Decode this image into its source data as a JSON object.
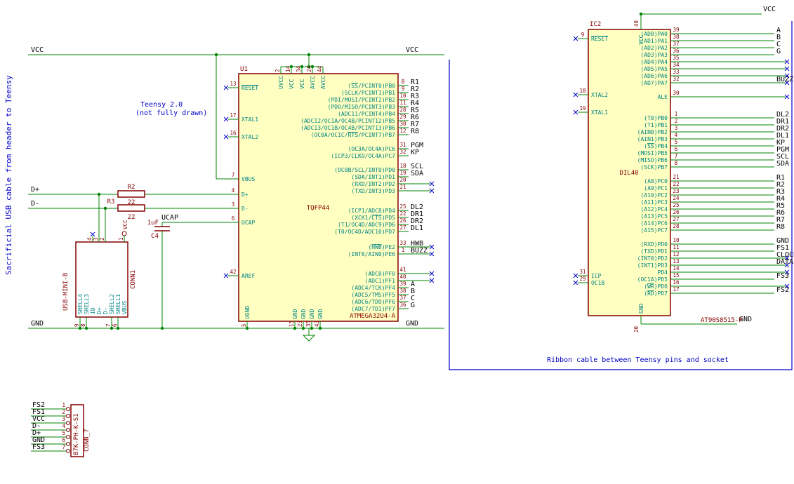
{
  "nets": {
    "vcc": "VCC",
    "gnd": "GND",
    "dplus": "D+",
    "dminus": "D-",
    "ucap": "UCAP"
  },
  "notes": {
    "cable": "Sacrificial USB cable from header to Teensy",
    "teensy_1": "Teensy 2.0",
    "teensy_2": "(not fully drawn)",
    "ribbon": "Ribbon cable between Teensy pins and socket"
  },
  "u1": {
    "ref": "U1",
    "value": "ATMEGA32U4-A",
    "package": "TQFP44",
    "left_pins": [
      {
        "name": "RESET",
        "num": "13",
        "nc": true,
        "ov": "RESET"
      },
      {
        "name": "XTAL1",
        "num": "17",
        "nc": true
      },
      {
        "name": "XTAL2",
        "num": "16",
        "nc": true
      },
      {
        "name": "VBUS",
        "num": "7"
      },
      {
        "name": "D+",
        "num": "4"
      },
      {
        "name": "D-",
        "num": "3"
      },
      {
        "name": "UCAP",
        "num": "6"
      },
      {
        "name": "AREF",
        "num": "42",
        "nc": true
      }
    ],
    "top_pins": [
      {
        "name": "UVCC",
        "num": "2"
      },
      {
        "name": "VCC",
        "num": "14"
      },
      {
        "name": "VCC",
        "num": "34"
      },
      {
        "name": "AVCC",
        "num": "24"
      },
      {
        "name": "AVCC",
        "num": "44"
      }
    ],
    "bottom_pins": [
      {
        "name": "UGND",
        "num": "5"
      },
      {
        "name": "GND",
        "num": "15"
      },
      {
        "name": "GND",
        "num": "23"
      },
      {
        "name": "GND",
        "num": "35"
      },
      {
        "name": "GND",
        "num": "43"
      }
    ],
    "right_groups": [
      [
        {
          "name": "(SS/PCINT0)PB0",
          "num": "8",
          "net": "R1",
          "ov": "SS"
        },
        {
          "name": "(SCLK/PCINT1)PB1",
          "num": "9",
          "net": "R2"
        },
        {
          "name": "(PDI/MOSI/PCINT2)PB2",
          "num": "10",
          "net": "R3"
        },
        {
          "name": "(PDO/MISO/PCINT3)PB3",
          "num": "11",
          "net": "R4"
        },
        {
          "name": "(ADC11/PCINT4)PB4",
          "num": "28",
          "net": "R5"
        },
        {
          "name": "(ADC12/OC1A/OC4B/PCINT12)PB5",
          "num": "29",
          "net": "R6"
        },
        {
          "name": "(ADC13/OC1B/OC4B/PCINT13)PB6",
          "num": "30",
          "net": "R7"
        },
        {
          "name": "(OC0A/OC1C/RTS/PCINT7)PB7",
          "num": "12",
          "net": "R8",
          "ov": "RTS"
        }
      ],
      [
        {
          "name": "(OC3A/OC4A)PC6",
          "num": "31",
          "net": "PGM"
        },
        {
          "name": "(ICP3/CLKO/OC4A)PC7",
          "num": "32",
          "net": "KP"
        }
      ],
      [
        {
          "name": "(OC0B/SCL/INT0)PD0",
          "num": "18",
          "net": "SCL"
        },
        {
          "name": "(SDA/INT1)PD1",
          "num": "19",
          "net": "SDA"
        },
        {
          "name": "(RXD/INT2)PD2",
          "num": "20",
          "nc": true
        },
        {
          "name": "(TXD/INT3)PD3",
          "num": "21",
          "nc": true
        }
      ],
      [
        {
          "name": "(ICP1/ADC8)PD4",
          "num": "25",
          "net": "DL2"
        },
        {
          "name": "(XCK1/CTS)PD5",
          "num": "22",
          "net": "DR1",
          "ov": "CTS"
        },
        {
          "name": "(T1/OC4D/ADC9)PD6",
          "num": "26",
          "net": "DR2"
        },
        {
          "name": "(T0/OC4D/ADC10)PD7",
          "num": "27",
          "net": "DL1"
        }
      ],
      [
        {
          "name": "(HWB)PE2",
          "num": "33",
          "net": "HWB",
          "nc": true,
          "ov": "HWB"
        },
        {
          "name": "(INT6/AIN0)PE6",
          "num": "1",
          "net": "BUZZ",
          "nc": true
        }
      ],
      [
        {
          "name": "(ADC0)PF0",
          "num": "41",
          "nc": true
        },
        {
          "name": "(ADC1)PF1",
          "num": "40",
          "nc": true
        },
        {
          "name": "(ADC4/TCK)PF4",
          "num": "39",
          "net": "A"
        },
        {
          "name": "(ADC5/TMS)PF5",
          "num": "38",
          "net": "B"
        },
        {
          "name": "(ADC6/TDO)PF6",
          "num": "37",
          "net": "C"
        },
        {
          "name": "(ADC7/TDI)PF7",
          "num": "36",
          "net": "G"
        }
      ]
    ]
  },
  "ic2": {
    "ref": "IC2",
    "value": "AT90S8515-P",
    "package": "DIL40",
    "left_pins": [
      {
        "name": "RESET",
        "num": "9",
        "nc": true,
        "ov": "RESET"
      },
      {
        "name": "XTAL2",
        "num": "18",
        "nc": true
      },
      {
        "name": "XTAL1",
        "num": "19",
        "nc": true
      },
      {
        "name": "ICP",
        "num": "31",
        "nc": true
      },
      {
        "name": "OC1B",
        "num": "29",
        "nc": true
      }
    ],
    "top_pins": [
      {
        "name": "VCC",
        "num": "40"
      }
    ],
    "bottom_pins": [
      {
        "name": "GND",
        "num": "20"
      }
    ],
    "right_groups": [
      [
        {
          "name": "(AD0)PA0",
          "num": "39",
          "net": "A"
        },
        {
          "name": "(AD1)PA1",
          "num": "38",
          "net": "B"
        },
        {
          "name": "(AD2)PA2",
          "num": "37",
          "net": "C"
        },
        {
          "name": "(AD3)PA3",
          "num": "36",
          "net": "G"
        },
        {
          "name": "(AD4)PA4",
          "num": "35",
          "nc": true
        },
        {
          "name": "(AD5)PA5",
          "num": "34",
          "nc": true
        },
        {
          "name": "(AD6)PA6",
          "num": "33",
          "nc": true
        },
        {
          "name": "(AD7)PA7",
          "num": "32",
          "net": "BUZZ",
          "nc": true
        }
      ],
      [
        {
          "name": "ALE",
          "num": "30",
          "nc": true
        }
      ],
      [
        {
          "name": "(T0)PB0",
          "num": "1",
          "net": "DL2"
        },
        {
          "name": "(T1)PB1",
          "num": "2",
          "net": "DR1"
        },
        {
          "name": "(AIN0)PB2",
          "num": "3",
          "net": "DR2"
        },
        {
          "name": "(AIN1)PB3",
          "num": "4",
          "net": "DL1"
        },
        {
          "name": "(SS)PB4",
          "num": "5",
          "net": "KP",
          "ov": "SS"
        },
        {
          "name": "(MOSI)PB5",
          "num": "6",
          "net": "PGM"
        },
        {
          "name": "(MISO)PB6",
          "num": "7",
          "net": "SCL"
        },
        {
          "name": "(SCK)PB7",
          "num": "8",
          "net": "SDA"
        }
      ],
      [
        {
          "name": "(A8)PC0",
          "num": "21",
          "net": "R1"
        },
        {
          "name": "(A9)PC1",
          "num": "22",
          "net": "R2"
        },
        {
          "name": "(A10)PC2",
          "num": "23",
          "net": "R3"
        },
        {
          "name": "(A11)PC3",
          "num": "24",
          "net": "R4"
        },
        {
          "name": "(A12)PC4",
          "num": "25",
          "net": "R5"
        },
        {
          "name": "(A13)PC5",
          "num": "26",
          "net": "R6"
        },
        {
          "name": "(A14)PC6",
          "num": "27",
          "net": "R7"
        },
        {
          "name": "(A15)PC7",
          "num": "28",
          "net": "R8"
        }
      ],
      [
        {
          "name": "(RXD)PD0",
          "num": "10",
          "net": "GND"
        },
        {
          "name": "(TXD)PD1",
          "num": "11",
          "net": "FS1"
        },
        {
          "name": "(INT0)PD2",
          "num": "12",
          "net": "CLOCK",
          "nc": true
        },
        {
          "name": "(INT1)PD3",
          "num": "13",
          "net": "DATA",
          "nc": true
        },
        {
          "name": "PD4",
          "num": "14",
          "nc": true
        },
        {
          "name": "(OC1A)PD5",
          "num": "15",
          "net": "FS3"
        },
        {
          "name": "(WR)PD6",
          "num": "16",
          "nc": true,
          "ov": "WR"
        },
        {
          "name": "(RD)PD7",
          "num": "17",
          "net": "FS2",
          "ov": "RD"
        }
      ]
    ]
  },
  "usb": {
    "ref": "CONN1",
    "value": "USB-MINI-B",
    "vcc_flag": "VCC",
    "pins": [
      {
        "name": "SHELL4",
        "num": "9",
        "side": "bottom"
      },
      {
        "name": "SHELL3",
        "num": "8",
        "side": "bottom"
      },
      {
        "name": "ID",
        "num": "4",
        "side": "top",
        "nc": true
      },
      {
        "name": "D+",
        "num": "3",
        "side": "top"
      },
      {
        "name": "D-",
        "num": "2",
        "side": "top"
      },
      {
        "name": "SHELL2",
        "num": "7",
        "side": "bottom"
      },
      {
        "name": "SHELL1",
        "num": "6",
        "side": "bottom"
      },
      {
        "name": "VBUS",
        "num": "1",
        "side": "top",
        "vcc": true
      }
    ]
  },
  "conn7": {
    "ref": "CONN_7",
    "value": "B7K-PH-K-S1",
    "pins": [
      {
        "net": "FS2",
        "num": "1"
      },
      {
        "net": "FS1",
        "num": "2"
      },
      {
        "net": "VCC",
        "num": "3"
      },
      {
        "net": "D-",
        "num": "4"
      },
      {
        "net": "D+",
        "num": "5"
      },
      {
        "net": "GND",
        "num": "6"
      },
      {
        "net": "FS3",
        "num": "7"
      }
    ]
  },
  "r2": {
    "ref": "R2",
    "value": "22"
  },
  "r3": {
    "ref": "R3",
    "value": "22"
  },
  "c4": {
    "ref": "C4",
    "value": "1uF"
  },
  "colors": {
    "wire": "#008400",
    "body": "#840000",
    "pin_name": "#008484",
    "pin_number": "#840000",
    "ic_fill": "#FFFFC2",
    "label": "#000000",
    "note": "#0000C8",
    "noconnect": "#0000C8"
  }
}
